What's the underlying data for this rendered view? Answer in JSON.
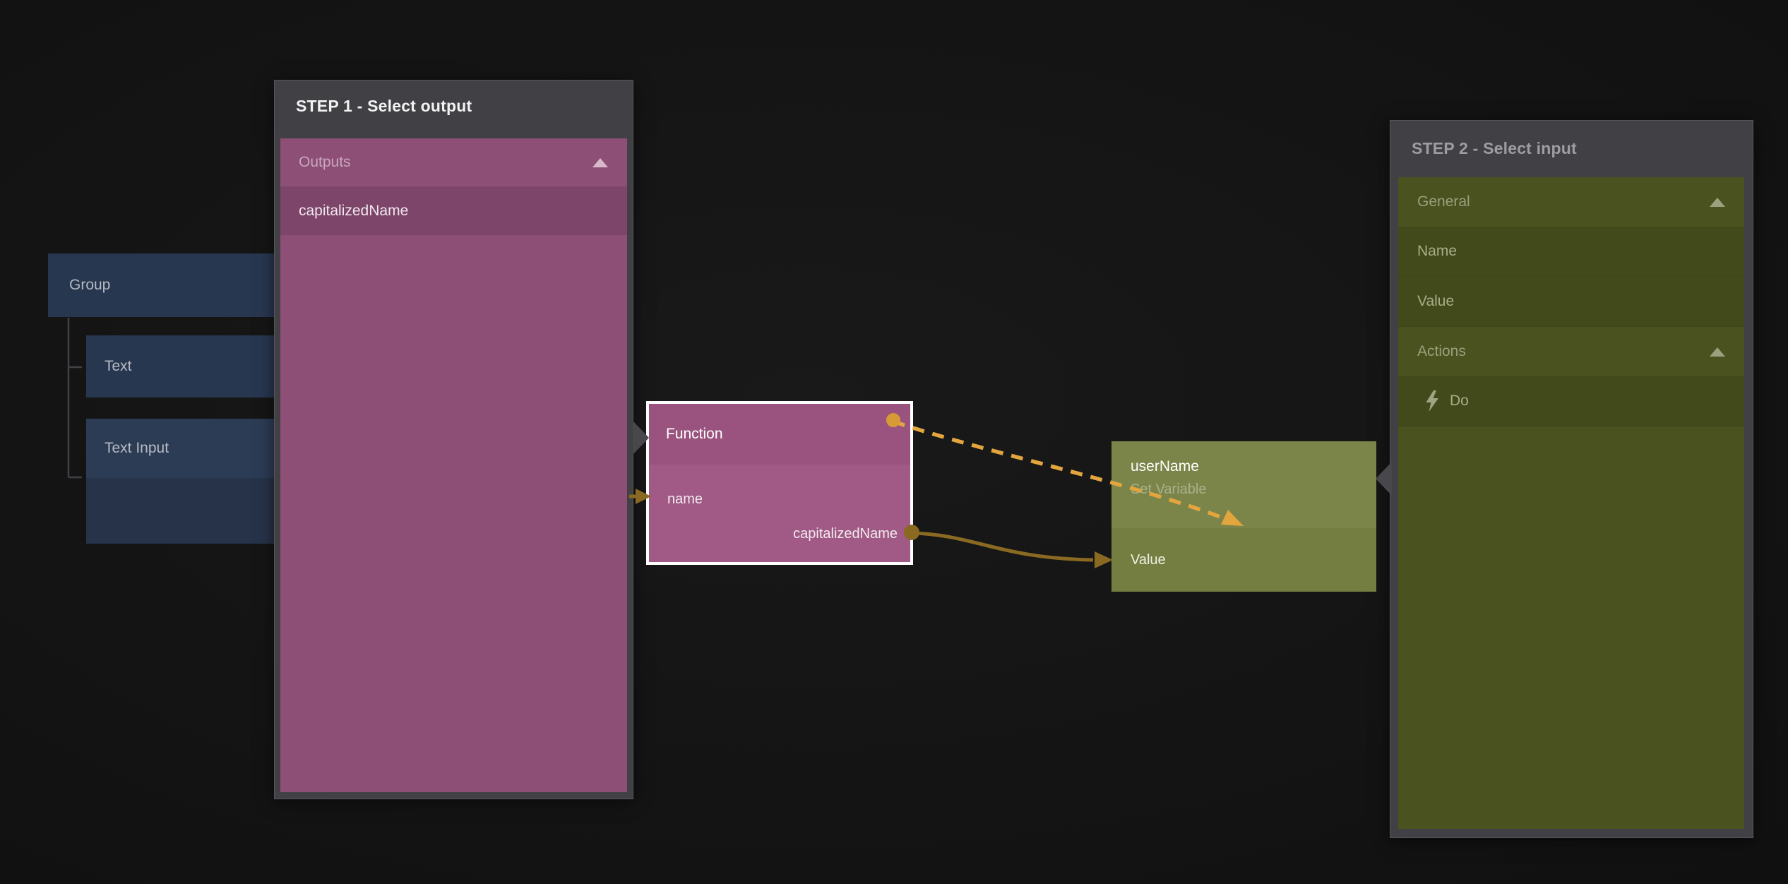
{
  "canvas": {
    "app_context": "visual node editor connection tutorial",
    "background_color": "#141414"
  },
  "panels": {
    "step1": {
      "title": "STEP 1 - Select output",
      "section": {
        "label": "Outputs",
        "collapse_icon": "caret-up"
      },
      "item": {
        "label": "capitalizedName"
      }
    },
    "step2": {
      "title": "STEP 2 - Select input",
      "rows": [
        {
          "type": "section",
          "label": "General",
          "collapse_icon": "caret-up"
        },
        {
          "type": "item",
          "label": "Name"
        },
        {
          "type": "item",
          "label": "Value"
        },
        {
          "type": "section",
          "label": "Actions",
          "collapse_icon": "caret-up"
        },
        {
          "type": "item",
          "label": "Do",
          "icon": "lightning-icon"
        }
      ]
    }
  },
  "nodes": {
    "group": {
      "label": "Group"
    },
    "text": {
      "label": "Text"
    },
    "text_input": {
      "label": "Text Input"
    },
    "function": {
      "title": "Function",
      "input_port": "name",
      "output_port": "capitalizedName"
    },
    "set_variable": {
      "title": "userName",
      "subtitle": "Set Variable",
      "input_port": "Value"
    }
  },
  "connections": [
    {
      "from": "Function.top-right-port",
      "to": "userName node",
      "style": "dashed",
      "color": "#e3a53e"
    },
    {
      "from": "Function.capitalizedName",
      "to": "userName.Value",
      "style": "solid",
      "color": "#8a6a22"
    }
  ],
  "colors": {
    "panel_frame": "#404045",
    "step1_body": "#8d4f76",
    "step1_item_row": "#7d456a",
    "step2_body": "#4a5220",
    "step2_item_row": "#424a1c",
    "navy_node": "#283750",
    "function_header": "#9a537e",
    "function_body": "#a05a85",
    "variable_header": "#7b8549",
    "variable_body": "#747e41",
    "wire_bright_gold": "#e3a53e",
    "wire_dark_gold": "#8a6a22",
    "drop_target_gray": "#48484c",
    "node_border_white": "#ffffff"
  }
}
